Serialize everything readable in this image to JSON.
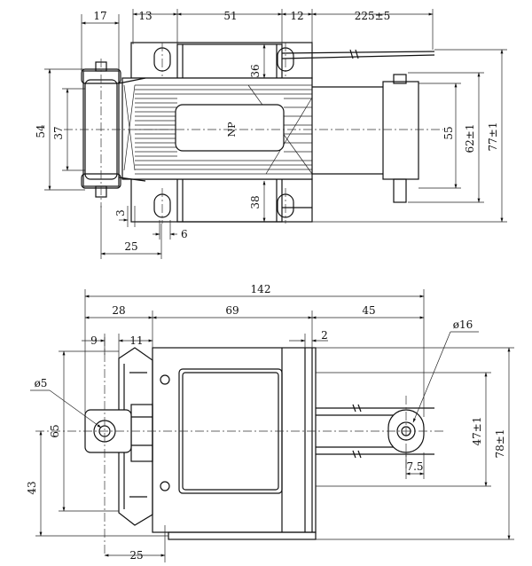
{
  "top_view": {
    "dims": {
      "d17": "17",
      "d13": "13",
      "d51": "51",
      "d12": "12",
      "d225": "225±5",
      "d54": "54",
      "d37": "37",
      "d36": "36",
      "d38": "38",
      "d55": "55",
      "d62": "62±1",
      "d77": "77±1",
      "d3": "3",
      "d6": "6",
      "d25": "25"
    },
    "nameplate": "NP"
  },
  "side_view": {
    "dims": {
      "d142": "142",
      "d28": "28",
      "d69": "69",
      "d45": "45",
      "d9": "9",
      "d11": "11",
      "d2": "2",
      "phi16": "ø16",
      "phi5": "ø5",
      "d65": "65",
      "d43": "43",
      "d47": "47±1",
      "d78": "78±1",
      "d75": "7.5",
      "d25b": "25"
    }
  }
}
